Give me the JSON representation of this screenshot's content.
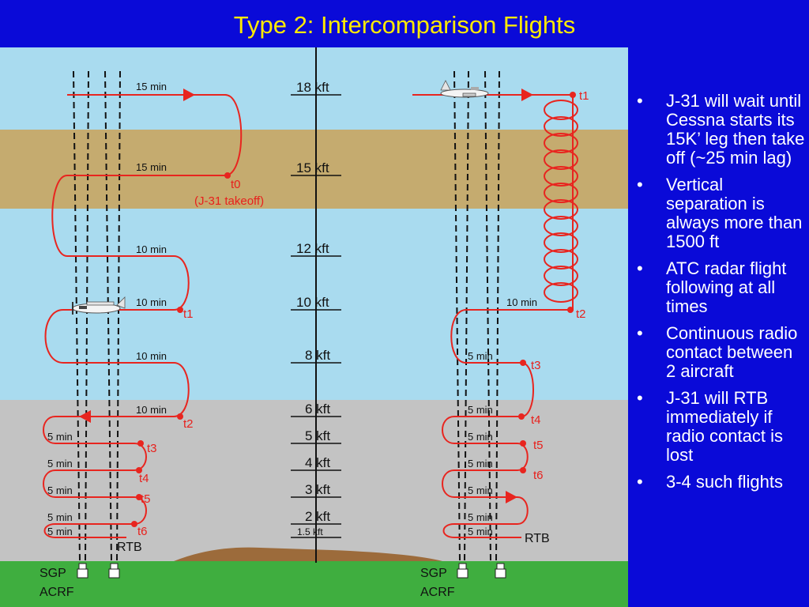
{
  "title": "Type 2: Intercomparison Flights",
  "bullets": [
    "J-31 will wait until Cessna starts its 15K’ leg then take off (~25 min lag)",
    "Vertical separation is always more than 1500 ft",
    "ATC radar flight following at all times",
    "Continuous radio contact between 2 aircraft",
    "J-31 will RTB immediately if radio contact is lost",
    "3-4 such flights"
  ],
  "altitudes": [
    "18 kft",
    "15 kft",
    "12 kft",
    "10 kft",
    "8 kft",
    "6 kft",
    "5 kft",
    "4 kft",
    "3 kft",
    "2 kft",
    "1.5 kft"
  ],
  "left": {
    "legs": [
      "15 min",
      "15 min",
      "10 min",
      "10 min",
      "10 min",
      "10 min",
      "5 min",
      "5 min",
      "5 min",
      "5 min",
      "5 min"
    ],
    "t0": "t0",
    "takeoff": "(J-31 takeoff)",
    "times": [
      "t1",
      "t2",
      "t3",
      "t4",
      "t5",
      "t6"
    ],
    "rtb": "RTB",
    "sgp": "SGP",
    "acrf": "ACRF"
  },
  "right": {
    "t1": "t1",
    "leg_10": "10 min",
    "t2": "t2",
    "legs": [
      "5 min",
      "5 min",
      "5 min",
      "5 min",
      "5 min",
      "5 min",
      "5 min"
    ],
    "times": [
      "t3",
      "t4",
      "t5",
      "t6"
    ],
    "rtb": "RTB",
    "sgp": "SGP",
    "acrf": "ACRF"
  },
  "colors": {
    "background": "#0a0ad8",
    "title": "#ffea00",
    "flight_path": "#e8251f",
    "sky": "#a9dbef",
    "haze_band": "#c5ab6f",
    "lower_band": "#c3c3c3",
    "ground": "#3fae3f"
  }
}
